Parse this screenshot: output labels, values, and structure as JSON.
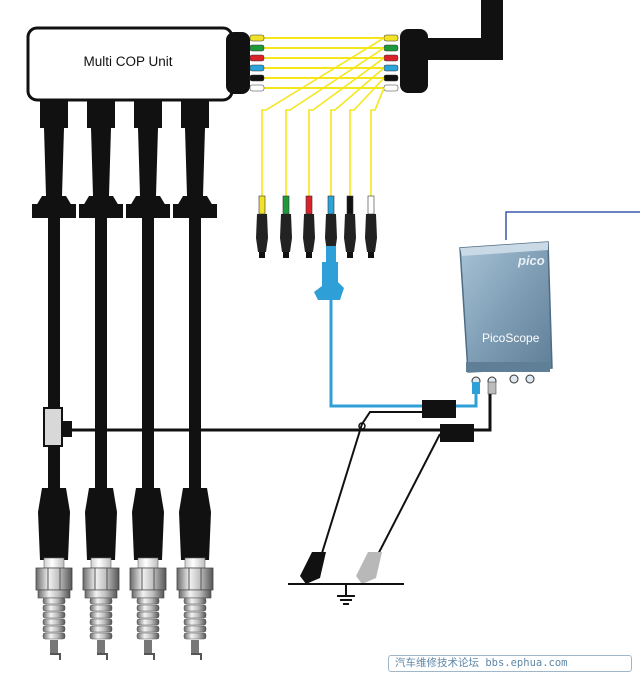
{
  "diagram": {
    "cop_unit_label": "Multi COP Unit",
    "scope_brand": "pico",
    "scope_name": "PicoScope",
    "wire_colors": [
      "#f2e227",
      "#1e9a3a",
      "#d9222a",
      "#2ba4dc",
      "#111111",
      "#ffffff"
    ],
    "colors": {
      "signal_wire": "#f5e61c",
      "probe_blue": "#2f9fd8",
      "scope_body": "#7f9fb6",
      "cable": "#111111"
    },
    "spark_plug_count": 4
  },
  "watermark": {
    "text": "汽车维修技术论坛 bbs.ephua.com"
  }
}
